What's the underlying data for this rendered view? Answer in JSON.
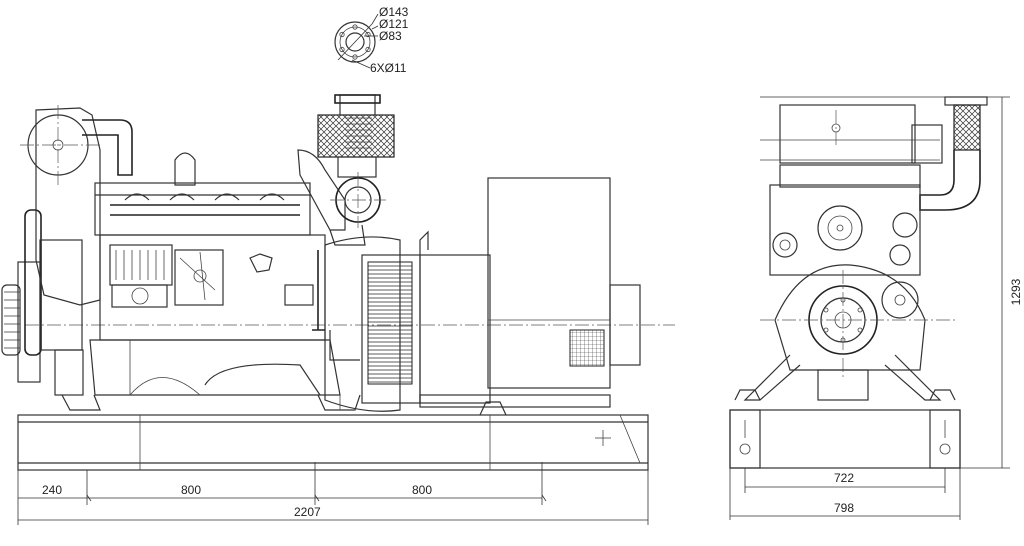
{
  "flange_callouts": {
    "outer_dia": "Ø143",
    "pitch_dia": "Ø121",
    "inner_dia": "Ø83",
    "bolts": "6XØ11"
  },
  "side_dimensions": {
    "offset": "240",
    "span_1": "800",
    "span_2": "800",
    "overall_length": "2207"
  },
  "end_dimensions": {
    "height": "1293",
    "mount_width": "722",
    "overall_width": "798"
  }
}
